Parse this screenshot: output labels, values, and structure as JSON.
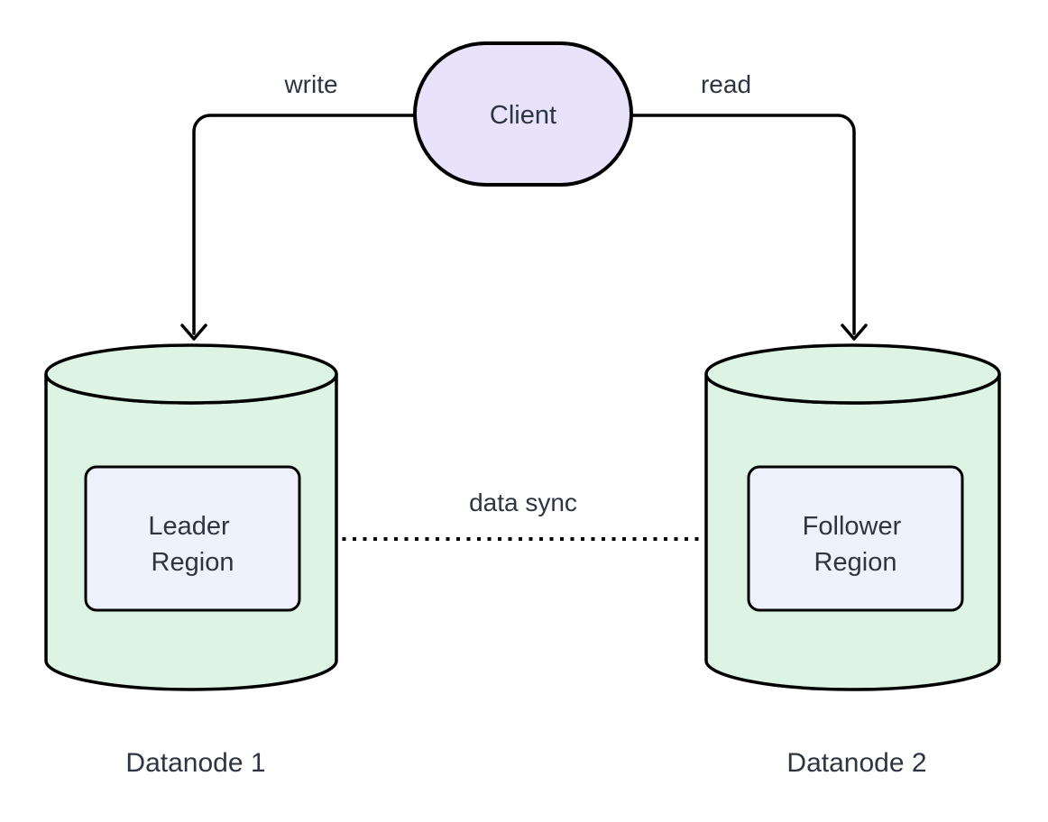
{
  "colors": {
    "background": "#ffffff",
    "stroke": "#000000",
    "text": "#2e3440",
    "client_fill": "#e9e2fb",
    "cylinder_fill": "#ddf3e3",
    "region_fill": "#eef2fc"
  },
  "client": {
    "label": "Client"
  },
  "edges": {
    "write": {
      "label": "write"
    },
    "read": {
      "label": "read"
    },
    "sync": {
      "label": "data sync"
    }
  },
  "datanodes": [
    {
      "label": "Datanode 1",
      "region": {
        "lines": [
          "Leader",
          "Region"
        ]
      }
    },
    {
      "label": "Datanode 2",
      "region": {
        "lines": [
          "Follower",
          "Region"
        ]
      }
    }
  ]
}
